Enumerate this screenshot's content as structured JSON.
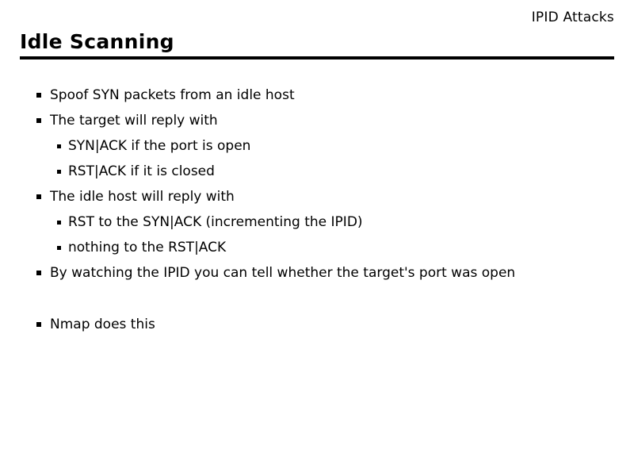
{
  "header": {
    "corner_label": "IPID Attacks"
  },
  "title": "Idle Scanning",
  "bullets": [
    {
      "level": 1,
      "text": "Spoof SYN packets from an idle host"
    },
    {
      "level": 1,
      "text": "The target will reply with"
    },
    {
      "level": 2,
      "text": "SYN|ACK if the port is open"
    },
    {
      "level": 2,
      "text": "RST|ACK if it is closed"
    },
    {
      "level": 1,
      "text": "The idle host will reply with"
    },
    {
      "level": 2,
      "text": "RST to the SYN|ACK (incrementing the IPID)"
    },
    {
      "level": 2,
      "text": "nothing to the RST|ACK"
    },
    {
      "level": 1,
      "text": "By watching the IPID you can tell whether the target's port was open"
    },
    {
      "level": 1,
      "text": "Nmap does this"
    }
  ]
}
